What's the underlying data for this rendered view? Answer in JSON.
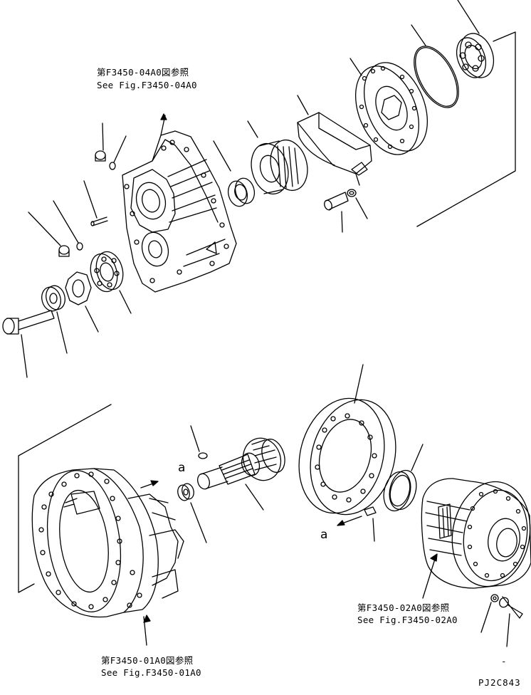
{
  "refs": {
    "top": {
      "jp": "第F3450-04A0図参照",
      "en": "See Fig.F3450-04A0"
    },
    "bottom_right": {
      "jp": "第F3450-02A0図参照",
      "en": "See Fig.F3450-02A0"
    },
    "bottom_left": {
      "jp": "第F3450-01A0図参照",
      "en": "See Fig.F3450-01A0"
    }
  },
  "markers": {
    "a1": "a",
    "a2": "a",
    "dash": "-"
  },
  "drawing_code": "PJ2C843"
}
